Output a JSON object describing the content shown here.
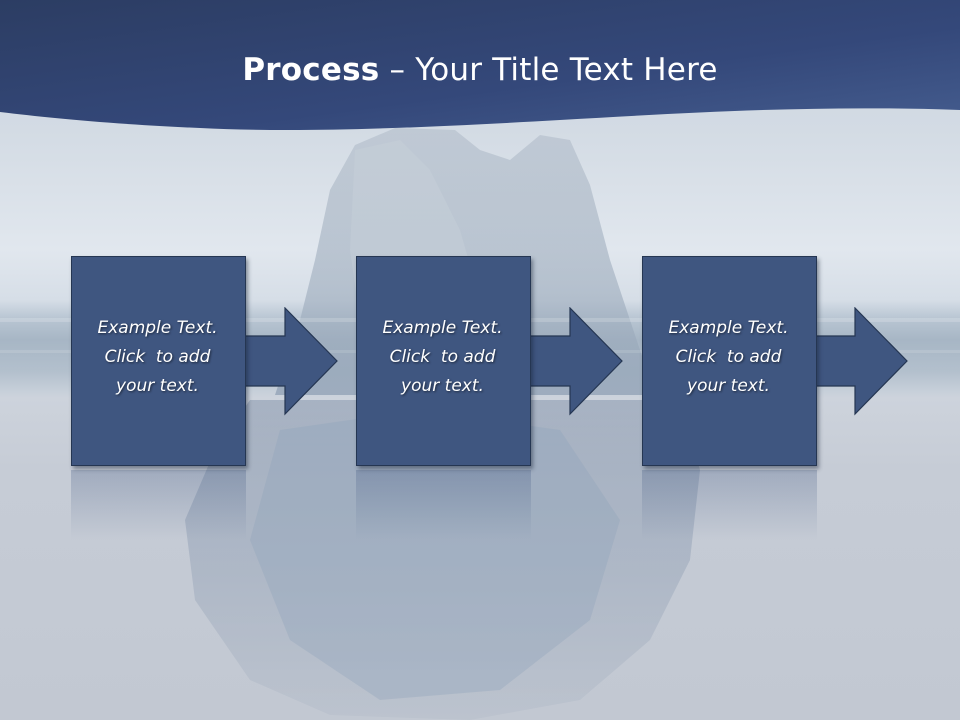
{
  "slide": {
    "title_bold": "Process",
    "title_rest": " – Your Title Text Here"
  },
  "steps": [
    {
      "line1": "Example Text.",
      "line2": "Click  to add",
      "line3": "your text."
    },
    {
      "line1": "Example Text.",
      "line2": "Click  to add",
      "line3": "your text."
    },
    {
      "line1": "Example Text.",
      "line2": "Click  to add",
      "line3": "your text."
    }
  ],
  "colors": {
    "header": "#33466e",
    "box_fill": "#3f5680",
    "text": "#ffffff"
  }
}
